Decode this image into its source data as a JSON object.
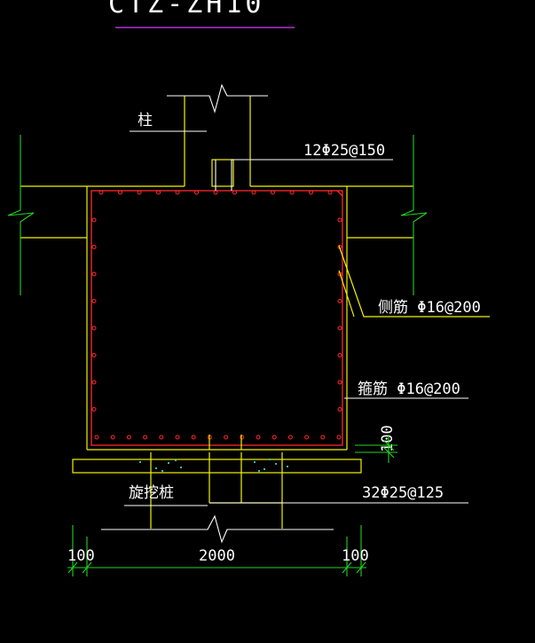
{
  "drawing": {
    "title": "CTZ-ZH10",
    "labels": {
      "pillar": "柱",
      "top_rebar": "12Φ25@150",
      "side_rebar": "侧筋 Φ16@200",
      "stirrup": "箍筋 Φ16@200",
      "cover": "100",
      "pile": "旋挖桩",
      "bottom_rebar": "32Φ25@125"
    },
    "dimensions": {
      "left": "100",
      "center": "2000",
      "right": "100"
    },
    "colors": {
      "background": "#000000",
      "outline": "#f2f200",
      "rebar": "#ff2a2a",
      "dimension": "#22d422",
      "leader": "#ffffff",
      "title_underline": "#d23cff",
      "hatch": "#33c8d8"
    }
  }
}
